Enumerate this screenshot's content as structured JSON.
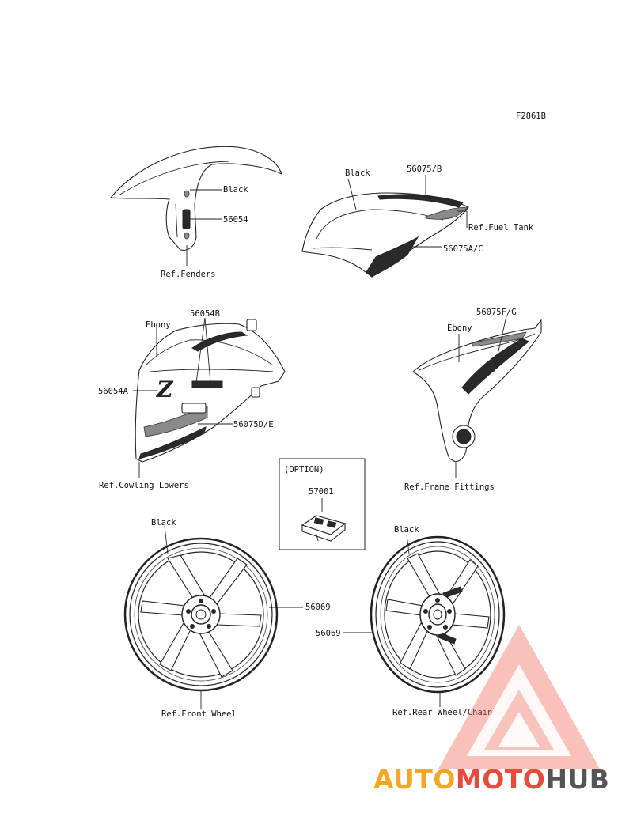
{
  "figure_code": "F2861B",
  "groups": {
    "front_fender": {
      "callouts": [
        "Black",
        "56054"
      ],
      "ref": "Ref.Fenders"
    },
    "fuel_tank": {
      "callouts": [
        "Black",
        "56075/B",
        "56075A/C"
      ],
      "ref": "Ref.Fuel Tank"
    },
    "cowling": {
      "callouts": [
        "Ebony",
        "56054B",
        "56054A",
        "56075D/E"
      ],
      "ref": "Ref.Cowling Lowers"
    },
    "frame": {
      "callouts": [
        "Ebony",
        "56075F/G"
      ],
      "ref": "Ref.Frame Fittings"
    },
    "option": {
      "title": "(OPTION)",
      "part": "57001"
    },
    "front_wheel": {
      "callouts": [
        "Black",
        "56069"
      ],
      "ref": "Ref.Front Wheel"
    },
    "rear_wheel": {
      "callouts": [
        "Black",
        "56069"
      ],
      "ref": "Ref.Rear Wheel/Chain"
    }
  },
  "watermark": {
    "part1": "AUTO",
    "part2": "MOTO",
    "part3": "HUB",
    "color1": "#f5a623",
    "color2": "#e84a3c",
    "color3": "#555555"
  }
}
